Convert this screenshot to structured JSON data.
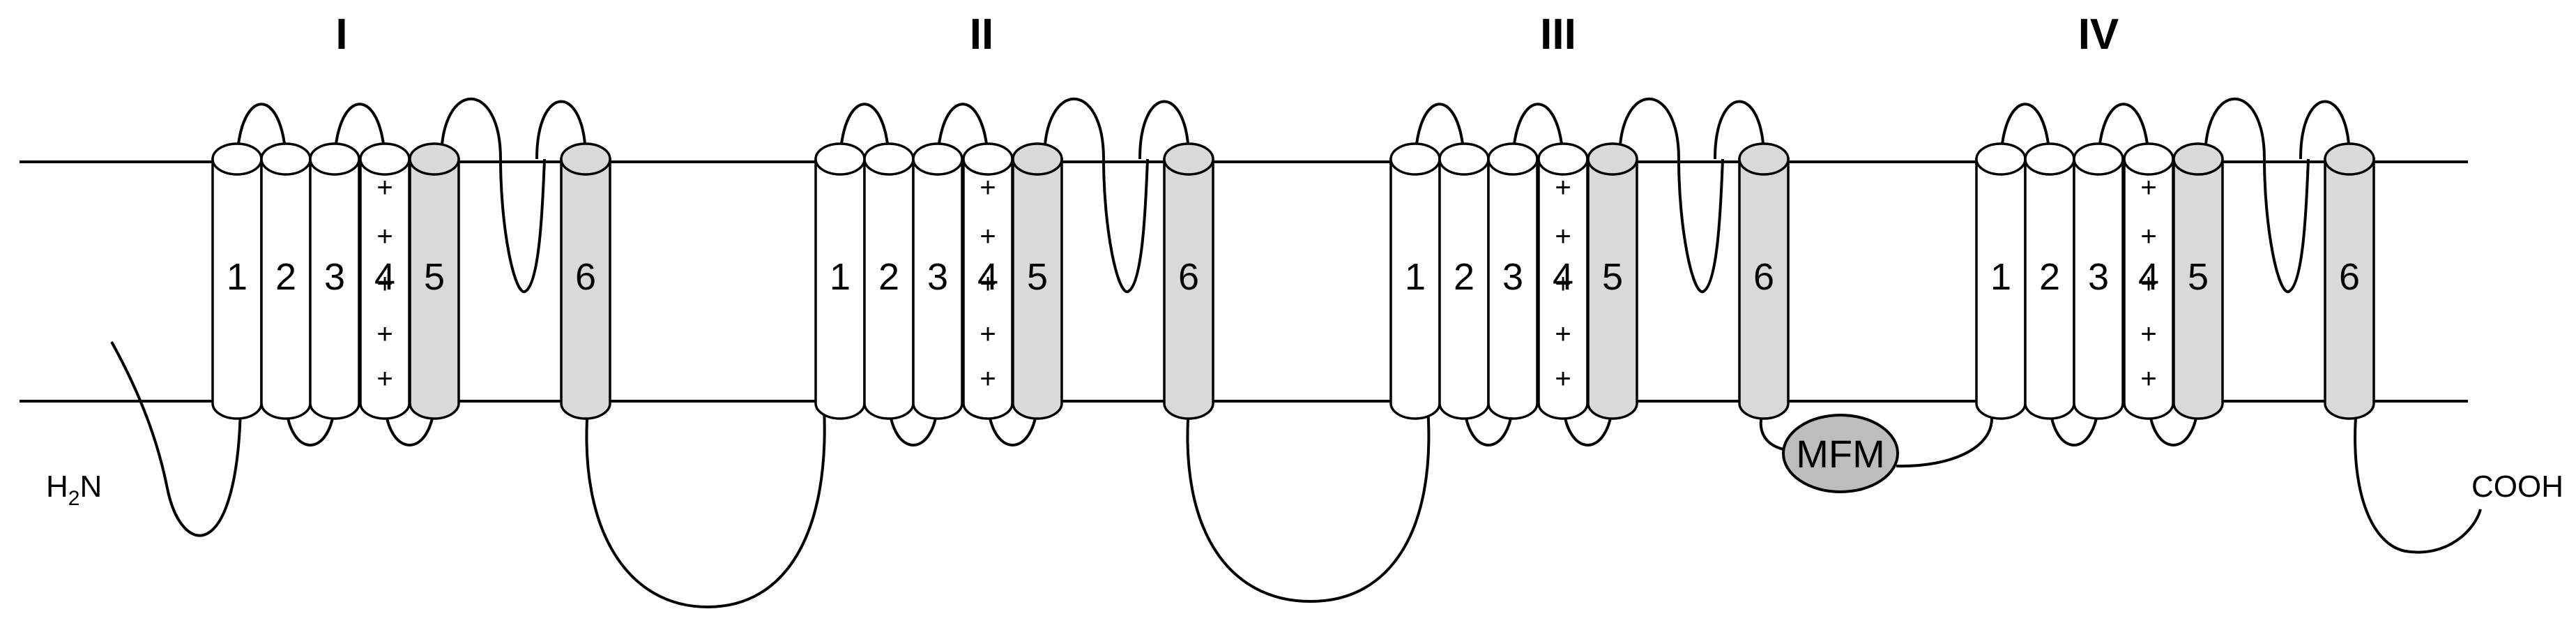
{
  "domains": [
    {
      "label": "I",
      "helices": [
        "1",
        "2",
        "3",
        "4",
        "5",
        "6"
      ],
      "charges": [
        "+",
        "+",
        "+",
        "+",
        "+"
      ]
    },
    {
      "label": "II",
      "helices": [
        "1",
        "2",
        "3",
        "4",
        "5",
        "6"
      ],
      "charges": [
        "+",
        "+",
        "+",
        "+",
        "+"
      ]
    },
    {
      "label": "III",
      "helices": [
        "1",
        "2",
        "3",
        "4",
        "5",
        "6"
      ],
      "charges": [
        "+",
        "+",
        "+",
        "+",
        "+"
      ]
    },
    {
      "label": "IV",
      "helices": [
        "1",
        "2",
        "3",
        "4",
        "5",
        "6"
      ],
      "charges": [
        "+",
        "+",
        "+",
        "+",
        "+"
      ]
    }
  ],
  "n_terminus": {
    "main": "H",
    "sub": "2",
    "tail": "N"
  },
  "c_terminus": "COOH",
  "motif": "MFM",
  "colors": {
    "pore_helix_fill": "#d9d9d9",
    "helix_fill": "#ffffff",
    "motif_fill": "#bdbdbd",
    "line": "#000000"
  }
}
